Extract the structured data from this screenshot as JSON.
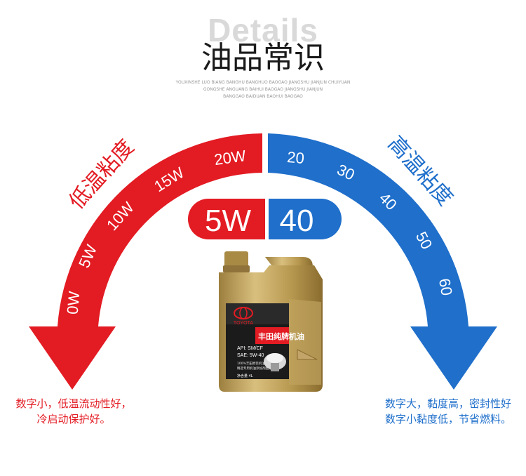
{
  "header": {
    "bg_word": "Details",
    "title": "油品常识",
    "tiny_line1": "YOUXINSHE LUO BIANG BANGHU BANGHUO BAOGAO JIANGSHU JIANJUN CHUIYUAN",
    "tiny_line2": "GONGSHE ANGUANG BAIHUI BAOGAO JIANGSHU JIANJUN",
    "tiny_line3": "BANGGAO BAIDUAN BAOHUI BAOGAO"
  },
  "low_temp": {
    "arc_label": "低温粘度",
    "ticks": [
      "0W",
      "5W",
      "10W",
      "15W",
      "20W"
    ],
    "color": "#e31b23"
  },
  "high_temp": {
    "arc_label": "高温粘度",
    "ticks": [
      "20",
      "30",
      "40",
      "50",
      "60"
    ],
    "color": "#1f6fcb"
  },
  "grade": {
    "left": "5W",
    "right": "40"
  },
  "product": {
    "brand": "TOYOTA",
    "name": "丰田纯牌机油",
    "api": "API: SM/CF",
    "sae": "SAE: 5W-40",
    "desc1": "100%丰田原装机油",
    "desc2": "精选专用机油添加剂配方",
    "volume": "净含量 4L"
  },
  "notes": {
    "left_line1": "数字小，低温流动性好，",
    "left_line2": "冷启动保护好。",
    "right_line1": "数字大，黏度高，密封性好",
    "right_line2": "数字小黏度低，节省燃料。"
  }
}
